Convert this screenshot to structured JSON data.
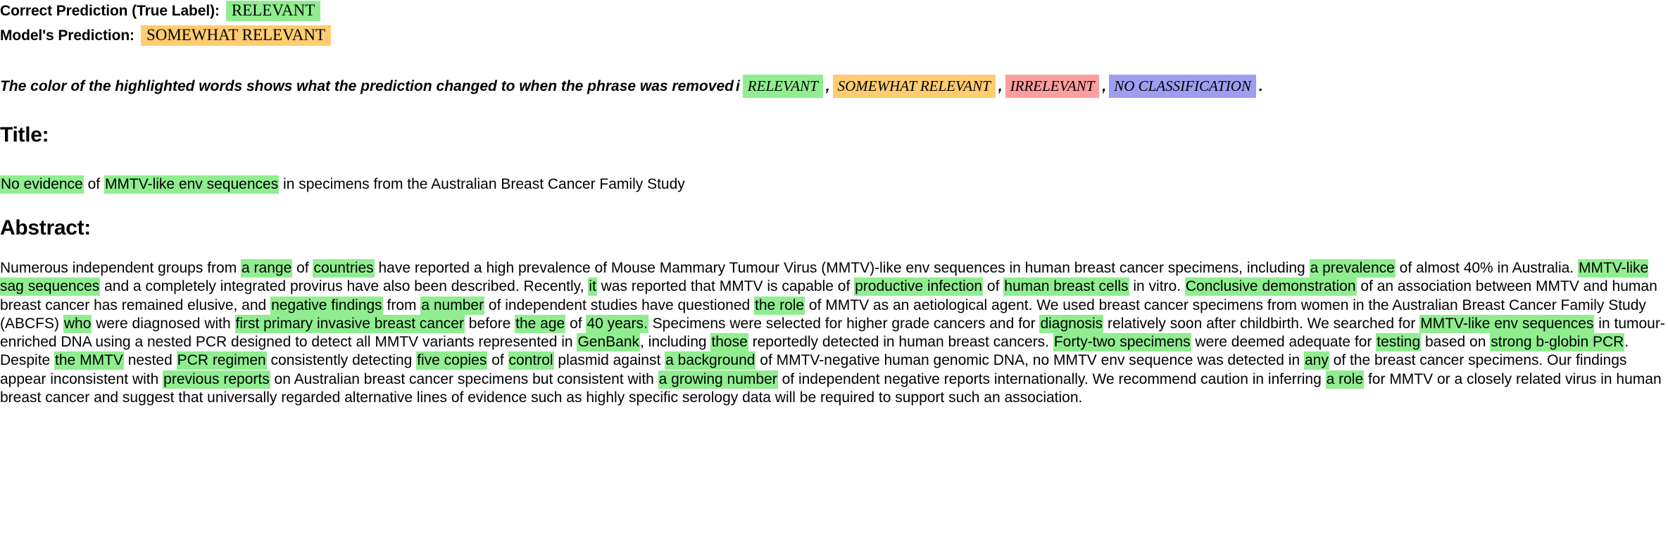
{
  "header": {
    "true_label_row": {
      "label": "Correct Prediction (True Label):",
      "value": "RELEVANT",
      "value_color": "#90EE90"
    },
    "model_prediction_row": {
      "label": "Model's Prediction:",
      "value": "SOMEWHAT RELEVANT",
      "value_color": "#FFCC71"
    },
    "legend": {
      "description": "The color of the highlighted words shows what the prediction changed to when the phrase was removed",
      "connector": "i",
      "items": [
        {
          "label": "RELEVANT",
          "color": "#90EE90"
        },
        {
          "label": "SOMEWHAT RELEVANT",
          "color": "#FFCC71"
        },
        {
          "label": "IRRELEVANT",
          "color": "#FF9E9E"
        },
        {
          "label": "NO CLASSIFICATION",
          "color": "#9E9EF0"
        }
      ],
      "separator": ",",
      "terminator": "."
    }
  },
  "sections": {
    "title": {
      "heading": "Title:",
      "tokens": [
        {
          "text": "No evidence",
          "highlight": "green"
        },
        {
          "text": " of ",
          "highlight": null
        },
        {
          "text": "MMTV-like env sequences",
          "highlight": "green"
        },
        {
          "text": " in specimens from the Australian Breast Cancer Family Study",
          "highlight": null
        }
      ]
    },
    "abstract": {
      "heading": "Abstract:",
      "tokens": [
        {
          "text": "Numerous independent groups from ",
          "highlight": null
        },
        {
          "text": "a range",
          "highlight": "green"
        },
        {
          "text": " of ",
          "highlight": null
        },
        {
          "text": "countries",
          "highlight": "green"
        },
        {
          "text": " have reported a high prevalence of Mouse Mammary Tumour Virus (MMTV)-like env sequences in human breast cancer specimens, including ",
          "highlight": null
        },
        {
          "text": "a prevalence",
          "highlight": "green"
        },
        {
          "text": " of almost 40% in Australia. ",
          "highlight": null
        },
        {
          "text": "MMTV-like sag sequences",
          "highlight": "green"
        },
        {
          "text": " and a completely integrated provirus have also been described. Recently, ",
          "highlight": null
        },
        {
          "text": "it",
          "highlight": "green"
        },
        {
          "text": " was reported that MMTV is capable of ",
          "highlight": null
        },
        {
          "text": "productive infection",
          "highlight": "green"
        },
        {
          "text": " of ",
          "highlight": null
        },
        {
          "text": "human breast cells",
          "highlight": "green"
        },
        {
          "text": " in vitro. ",
          "highlight": null
        },
        {
          "text": "Conclusive demonstration",
          "highlight": "green"
        },
        {
          "text": " of an association between MMTV and human breast cancer has remained elusive, and ",
          "highlight": null
        },
        {
          "text": "negative findings",
          "highlight": "green"
        },
        {
          "text": " from ",
          "highlight": null
        },
        {
          "text": "a number",
          "highlight": "green"
        },
        {
          "text": " of independent studies have questioned ",
          "highlight": null
        },
        {
          "text": "the role",
          "highlight": "green"
        },
        {
          "text": " of MMTV as an aetiological agent. We used breast cancer specimens from women in the Australian Breast Cancer Family Study (ABCFS) ",
          "highlight": null
        },
        {
          "text": "who",
          "highlight": "green"
        },
        {
          "text": " were diagnosed with ",
          "highlight": null
        },
        {
          "text": "first primary invasive breast cancer",
          "highlight": "green"
        },
        {
          "text": " before ",
          "highlight": null
        },
        {
          "text": "the age",
          "highlight": "green"
        },
        {
          "text": " of ",
          "highlight": null
        },
        {
          "text": "40 years.",
          "highlight": "green"
        },
        {
          "text": " Specimens were selected for higher grade cancers and for ",
          "highlight": null
        },
        {
          "text": "diagnosis",
          "highlight": "green"
        },
        {
          "text": " relatively soon after childbirth. We searched for ",
          "highlight": null
        },
        {
          "text": "MMTV-like env sequences",
          "highlight": "green"
        },
        {
          "text": " in tumour-enriched DNA using a nested PCR designed to detect all MMTV variants represented in ",
          "highlight": null
        },
        {
          "text": "GenBank",
          "highlight": "green"
        },
        {
          "text": ", including ",
          "highlight": null
        },
        {
          "text": "those",
          "highlight": "green"
        },
        {
          "text": " reportedly detected in human breast cancers. ",
          "highlight": null
        },
        {
          "text": "Forty-two specimens",
          "highlight": "green"
        },
        {
          "text": " were deemed adequate for ",
          "highlight": null
        },
        {
          "text": "testing",
          "highlight": "green"
        },
        {
          "text": " based on ",
          "highlight": null
        },
        {
          "text": "strong b-globin PCR",
          "highlight": "green"
        },
        {
          "text": ". Despite ",
          "highlight": null
        },
        {
          "text": "the MMTV",
          "highlight": "green"
        },
        {
          "text": " nested ",
          "highlight": null
        },
        {
          "text": "PCR regimen",
          "highlight": "green"
        },
        {
          "text": " consistently detecting ",
          "highlight": null
        },
        {
          "text": "five copies",
          "highlight": "green"
        },
        {
          "text": " of ",
          "highlight": null
        },
        {
          "text": "control",
          "highlight": "green"
        },
        {
          "text": " plasmid against ",
          "highlight": null
        },
        {
          "text": "a background",
          "highlight": "green"
        },
        {
          "text": " of MMTV-negative human genomic DNA, no MMTV env sequence was detected in ",
          "highlight": null
        },
        {
          "text": "any",
          "highlight": "green"
        },
        {
          "text": " of the breast cancer specimens. Our findings appear inconsistent with ",
          "highlight": null
        },
        {
          "text": "previous reports",
          "highlight": "green"
        },
        {
          "text": " on Australian breast cancer specimens but consistent with ",
          "highlight": null
        },
        {
          "text": "a growing number",
          "highlight": "green"
        },
        {
          "text": " of independent negative reports internationally. We recommend caution in inferring ",
          "highlight": null
        },
        {
          "text": "a role",
          "highlight": "green"
        },
        {
          "text": " for MMTV or a closely related virus in human breast cancer and suggest that universally regarded alternative lines of evidence such as highly specific serology data will be required to support such an association.",
          "highlight": null
        }
      ]
    }
  }
}
